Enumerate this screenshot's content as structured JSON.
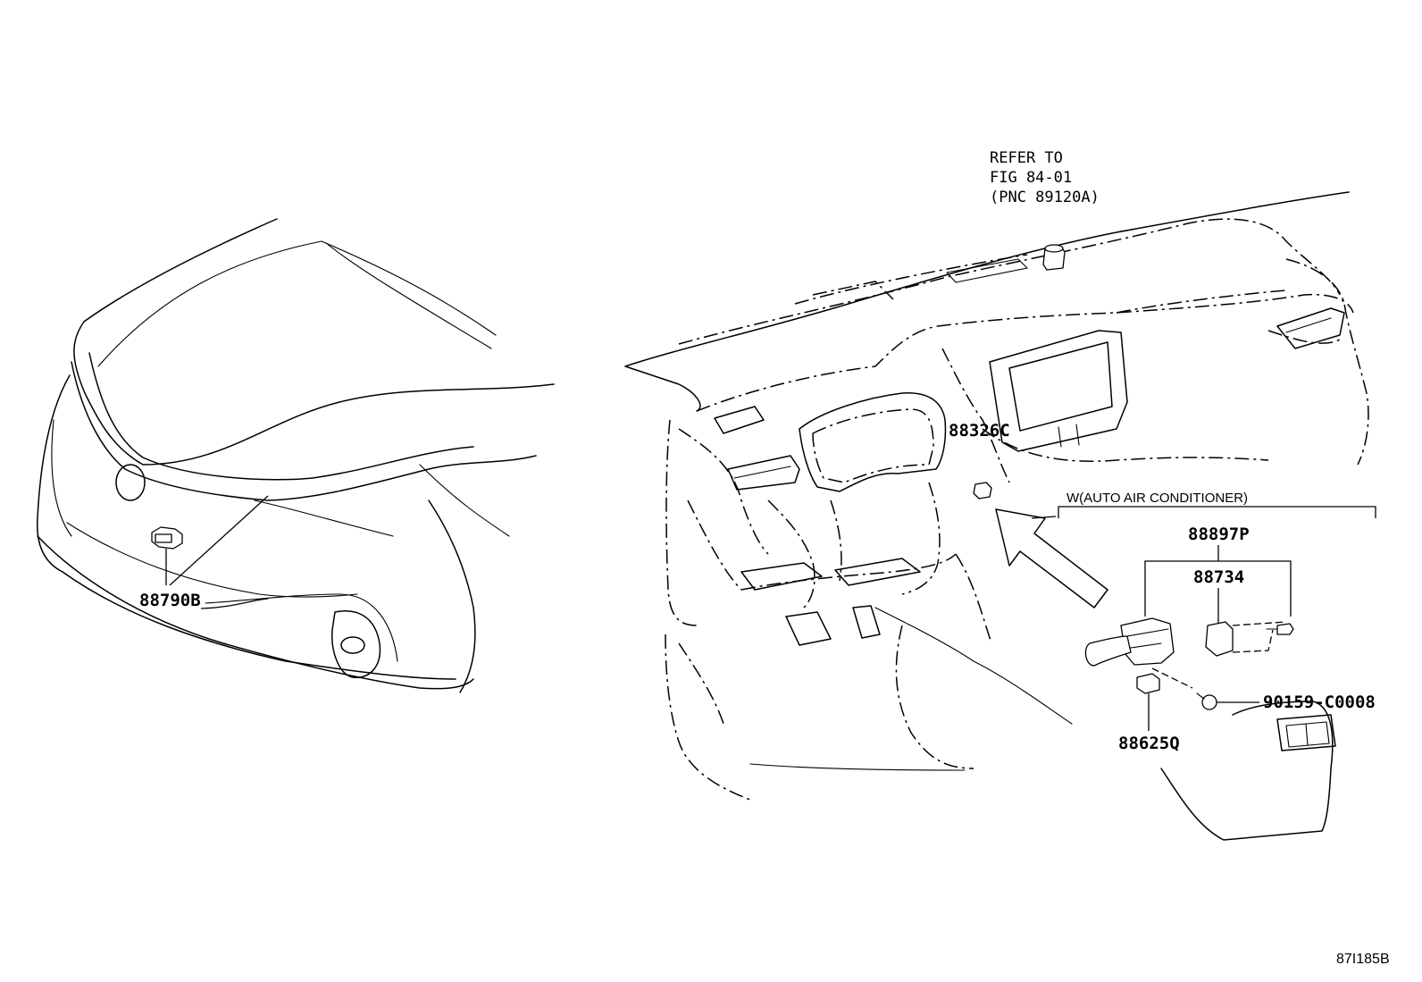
{
  "refer_note": {
    "line1": "REFER TO",
    "line2": "FIG 84-01",
    "line3": "(PNC 89120A)"
  },
  "condition_label": "W(AUTO AIR CONDITIONER)",
  "parts": {
    "front_sensor": "88790B",
    "cabin_sensor": "88326C",
    "amplifier_group": "88897P",
    "amplifier": "88734",
    "screw": "90159-C0008",
    "sensor_lower": "88625Q"
  },
  "illustration_id": "87I185B"
}
